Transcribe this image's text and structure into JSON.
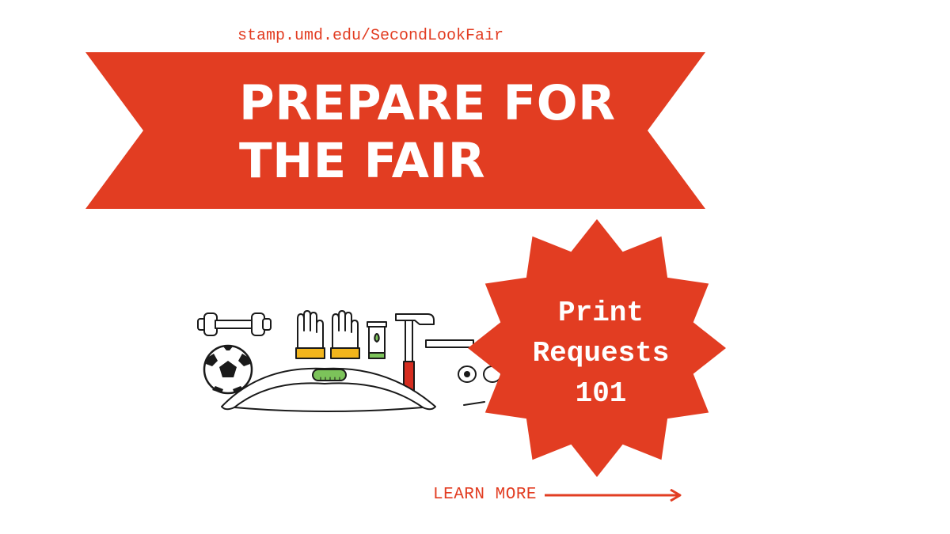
{
  "header": {
    "url": "stamp.umd.edu/SecondLookFair"
  },
  "banner": {
    "headline_line1": "PREPARE FOR",
    "headline_line2": "THE FAIR"
  },
  "burst": {
    "line1": "Print",
    "line2": "Requests",
    "line3": "101"
  },
  "cta": {
    "label": "LEARN MORE",
    "icon": "arrow-right-icon"
  },
  "colors": {
    "accent": "#e23d22",
    "text_on_accent": "#ffffff",
    "green": "#7cc35a",
    "yellow": "#f2b51c",
    "red_dark": "#d62d20"
  },
  "icons": [
    "dumbbell-icon",
    "soccer-ball-icon",
    "glove-icon",
    "sunscreen-tube-icon",
    "hammer-icon",
    "bow-icon",
    "tape-roll-icon"
  ]
}
